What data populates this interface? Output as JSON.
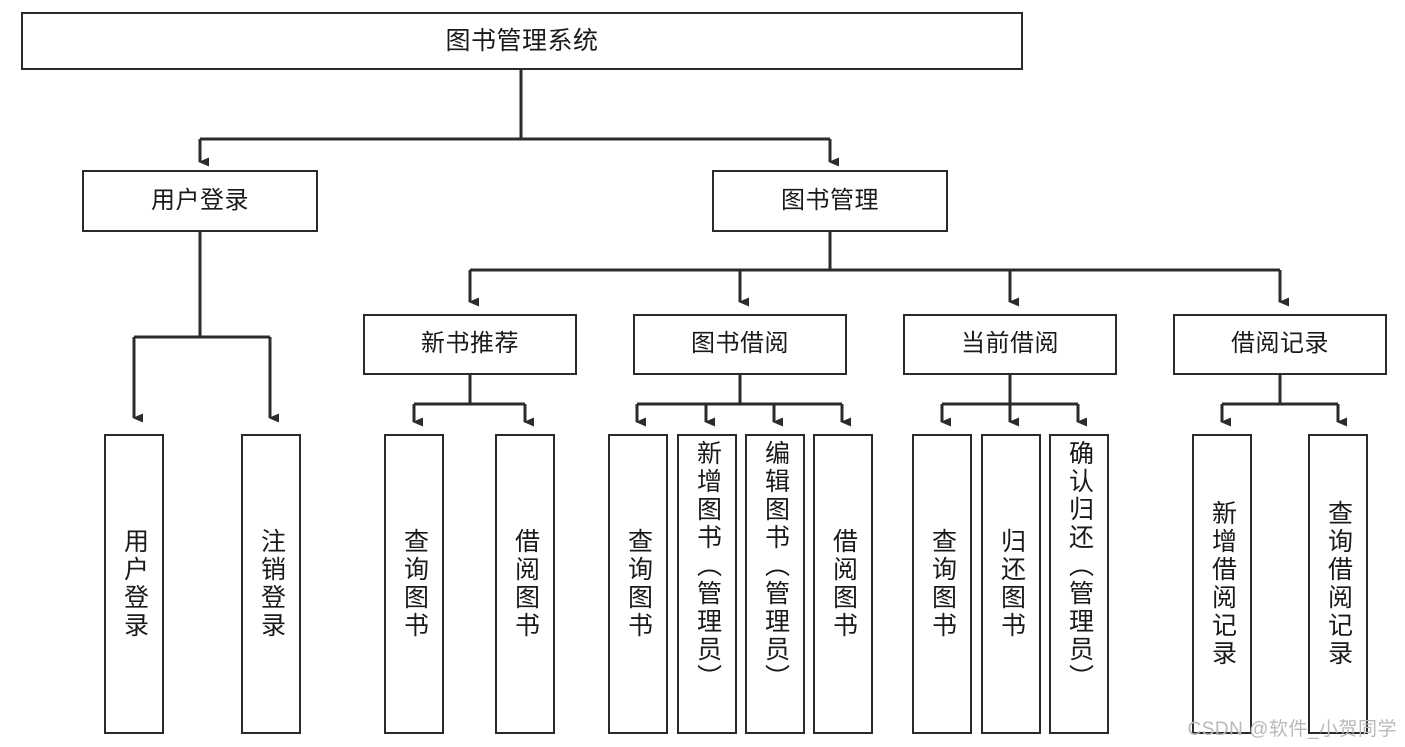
{
  "diagram": {
    "type": "tree-hierarchy-chart",
    "title": "图书管理系统",
    "watermark": "CSDN @软件_小贺同学",
    "colors": {
      "stroke": "#2b2b2b",
      "fill": "#ffffff",
      "text": "#1a1a1a",
      "watermark": "#b9b9b9"
    },
    "nodes": {
      "root": {
        "label": "图书管理系统"
      },
      "level2": [
        {
          "id": "user-login",
          "label": "用户登录"
        },
        {
          "id": "book-manage",
          "label": "图书管理"
        }
      ],
      "level3": [
        {
          "id": "new-book-recommend",
          "label": "新书推荐"
        },
        {
          "id": "book-borrow",
          "label": "图书借阅"
        },
        {
          "id": "current-borrow",
          "label": "当前借阅"
        },
        {
          "id": "borrow-record",
          "label": "借阅记录"
        }
      ],
      "leaves": {
        "user-login": [
          {
            "id": "leaf-user-login",
            "label": "用户登录"
          },
          {
            "id": "leaf-logout-login",
            "label": "注销登录"
          }
        ],
        "new-book-recommend": [
          {
            "id": "leaf-query-book-1",
            "label": "查询图书"
          },
          {
            "id": "leaf-borrow-book-1",
            "label": "借阅图书"
          }
        ],
        "book-borrow": [
          {
            "id": "leaf-query-book-2",
            "label": "查询图书"
          },
          {
            "id": "leaf-add-book",
            "label": "新增图书（管理员）"
          },
          {
            "id": "leaf-edit-book",
            "label": "编辑图书（管理员）"
          },
          {
            "id": "leaf-borrow-book-2",
            "label": "借阅图书"
          }
        ],
        "current-borrow": [
          {
            "id": "leaf-query-book-3",
            "label": "查询图书"
          },
          {
            "id": "leaf-return-book",
            "label": "归还图书"
          },
          {
            "id": "leaf-confirm-return",
            "label": "确认归还（管理员）"
          }
        ],
        "borrow-record": [
          {
            "id": "leaf-add-record",
            "label": "新增借阅记录"
          },
          {
            "id": "leaf-query-record",
            "label": "查询借阅记录"
          }
        ]
      }
    }
  }
}
